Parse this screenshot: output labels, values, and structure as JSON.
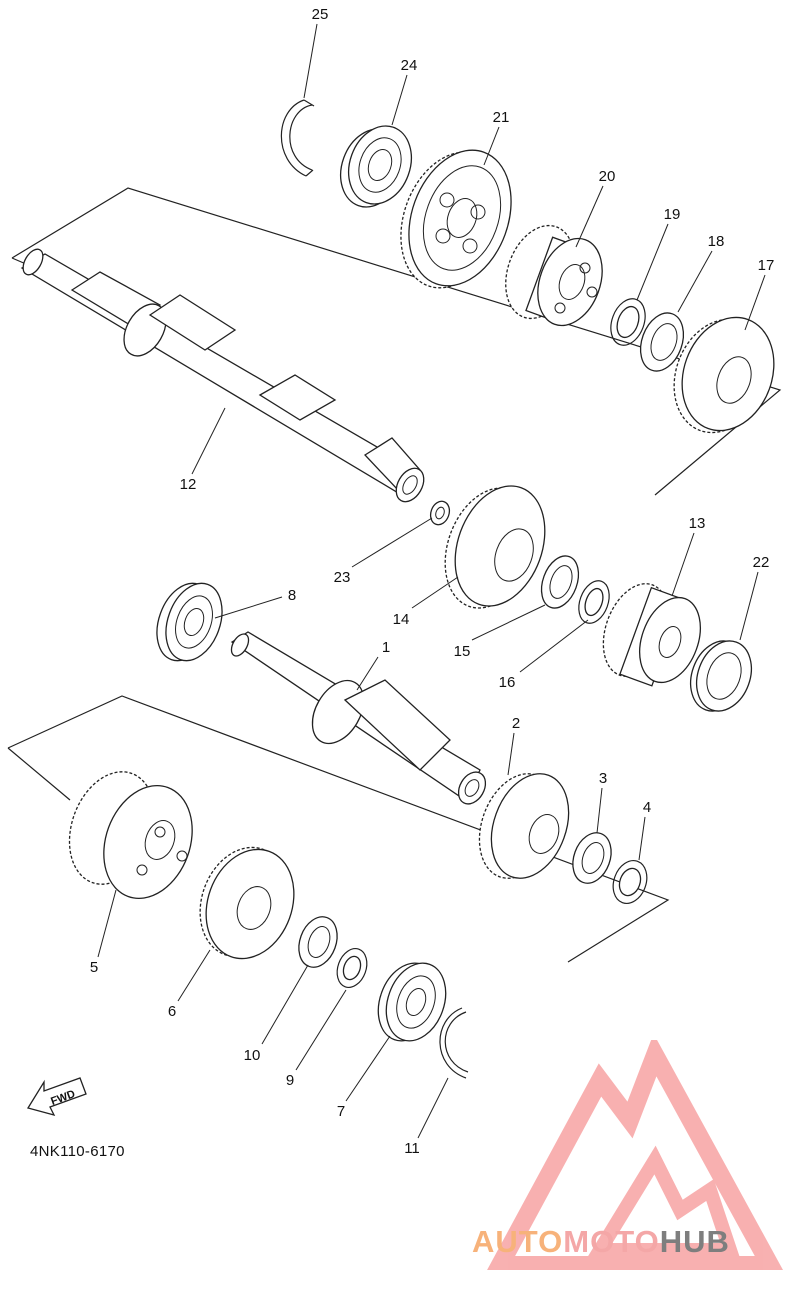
{
  "diagram_code": "4NK110-6170",
  "direction_label": "FWD",
  "callouts": [
    "1",
    "2",
    "3",
    "4",
    "5",
    "6",
    "7",
    "8",
    "9",
    "10",
    "11",
    "12",
    "13",
    "14",
    "15",
    "16",
    "17",
    "18",
    "19",
    "20",
    "21",
    "22",
    "23",
    "24",
    "25"
  ],
  "watermark": {
    "brand_parts": [
      "AUTO",
      "MOTO",
      "HUB"
    ],
    "colors": {
      "auto": "#f7b27a",
      "moto": "#f4a7a7",
      "hub": "#7e7e7e",
      "logo": "#f7a3a3"
    }
  }
}
